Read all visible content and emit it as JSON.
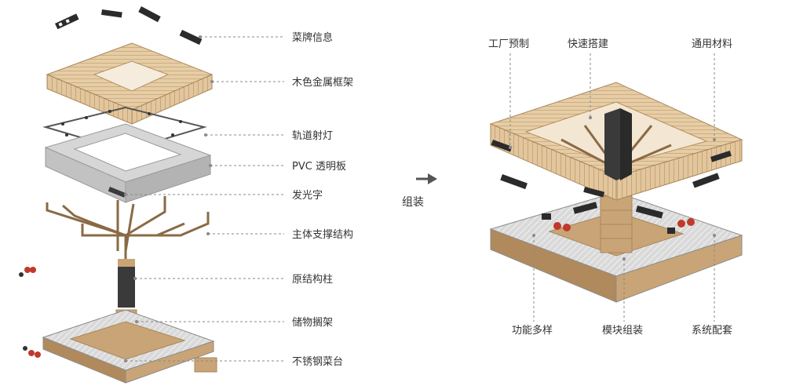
{
  "exploded_labels": [
    "菜牌信息",
    "木色金属框架",
    "轨道射灯",
    "PVC 透明板",
    "发光字",
    "主体支撑结构",
    "原结构柱",
    "储物搁架",
    "不锈钢菜台"
  ],
  "arrow_label": "组装",
  "assembled_top_labels": [
    "工厂预制",
    "快速搭建",
    "通用材料"
  ],
  "assembled_bottom_labels": [
    "功能多样",
    "模块组装",
    "系统配套"
  ],
  "colors": {
    "wood": "#c9a477",
    "wood_light": "#e6cda6",
    "wood_dark": "#a9875b",
    "steel": "#bfbfbf",
    "steel_dark": "#8c8c8c",
    "column": "#3a3a3a",
    "sign": "#2b2b2b",
    "accent_red": "#c0392b"
  }
}
